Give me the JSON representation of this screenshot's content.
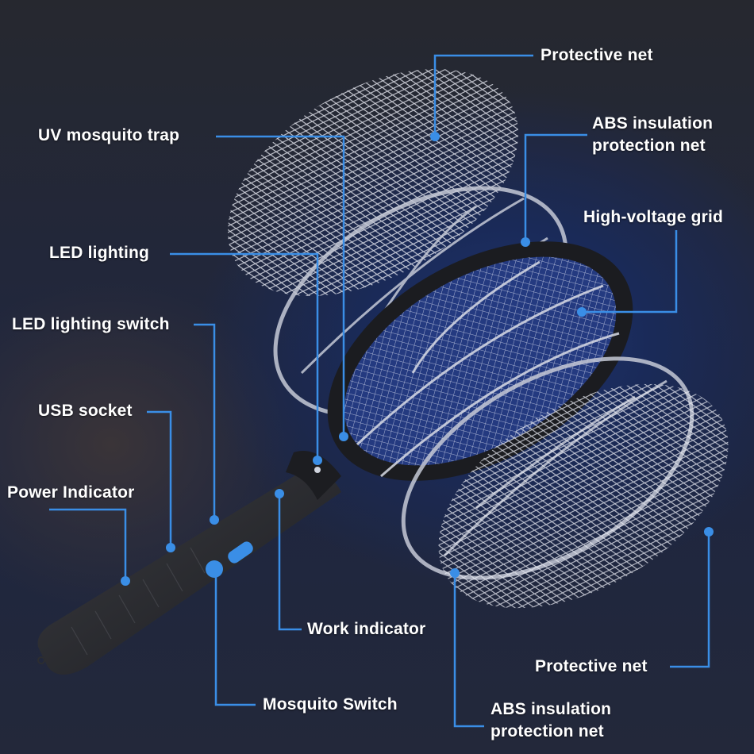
{
  "diagram": {
    "subject": "Electric mosquito swatter exploded view",
    "accent_color": "#3a8ee6",
    "background_color": "#1e2640",
    "labels": {
      "protective_net_top": "Protective net",
      "uv_mosquito_trap": "UV mosquito trap",
      "abs_net_top_line1": "ABS insulation",
      "abs_net_top_line2": "protection net",
      "high_voltage_grid": "High-voltage grid",
      "led_lighting": "LED lighting",
      "led_lighting_switch": "LED lighting switch",
      "usb_socket": "USB socket",
      "power_indicator": "Power Indicator",
      "work_indicator": "Work indicator",
      "protective_net_bottom": "Protective net",
      "mosquito_switch": "Mosquito Switch",
      "abs_net_bottom_line1": "ABS insulation",
      "abs_net_bottom_line2": "protection net"
    }
  }
}
